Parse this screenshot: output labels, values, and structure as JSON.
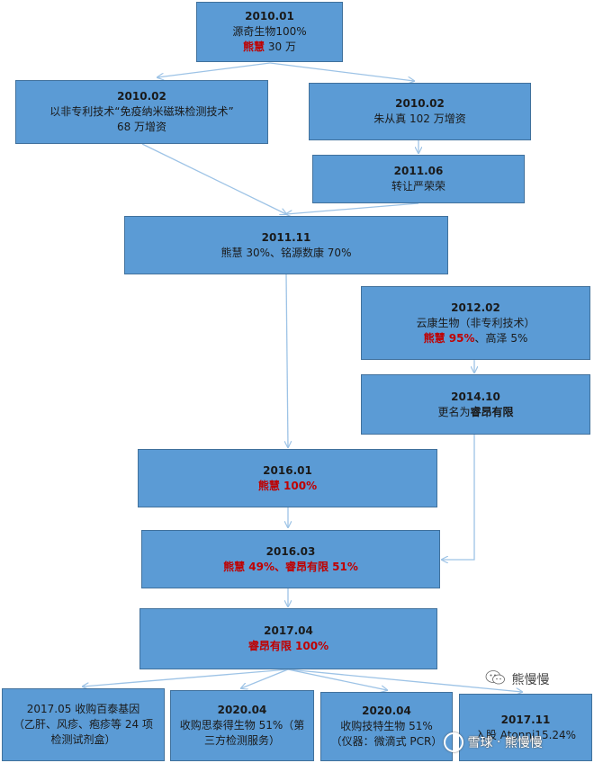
{
  "nodes": {
    "n2010_01": {
      "date": "2010.01",
      "line1": "源奇生物100%",
      "name": "熊慧",
      "suffix": " 30 万"
    },
    "n2010_02a": {
      "date": "2010.02",
      "line1": "以非专利技术“免疫纳米磁珠检测技术”",
      "line2": "68 万增资"
    },
    "n2010_02b": {
      "date": "2010.02",
      "line1": "朱从真 102 万增资"
    },
    "n2011_06": {
      "date": "2011.06",
      "line1": "转让严荣荣"
    },
    "n2011_11": {
      "date": "2011.11",
      "line1": "熊慧 30%、铭源数康 70%"
    },
    "n2012_02": {
      "date": "2012.02",
      "line1": "云康生物（非专利技术）",
      "name": "熊慧 95%",
      "suffix": "、高泽 5%"
    },
    "n2014_10": {
      "date": "2014.10",
      "prefix": "更名为",
      "name": "睿昂有限"
    },
    "n2016_01": {
      "date": "2016.01",
      "line1": "熊慧 100%"
    },
    "n2016_03": {
      "date": "2016.03",
      "line1": "熊慧 49%、睿昂有限 51%"
    },
    "n2017_04": {
      "date": "2017.04",
      "line1": "睿昂有限 100%"
    },
    "n2017_05": {
      "date": "2017.05 收购百泰基因",
      "line1": "（乙肝、风疹、疱疹等 24 项",
      "line2": "检测试剂盒）"
    },
    "n2020_04a": {
      "date": "2020.04",
      "line1": "收购思泰得生物 51%（第",
      "line2": "三方检测服务）"
    },
    "n2020_04b": {
      "date": "2020.04",
      "line1": "收购技特生物 51%",
      "line2": "（仪器：微滴式 PCR）"
    },
    "n2017_11": {
      "date": "2017.11",
      "line1": "入股 Atonni15.24%"
    }
  },
  "watermark": {
    "icon": "wechat-icon",
    "account": "熊慢慢",
    "site": "雪球",
    "site_account": "熊慢慢"
  },
  "colors": {
    "box_fill": "#5b9bd5",
    "box_border": "#41719c",
    "connector": "#9dc3e6",
    "highlight": "#c00000"
  }
}
